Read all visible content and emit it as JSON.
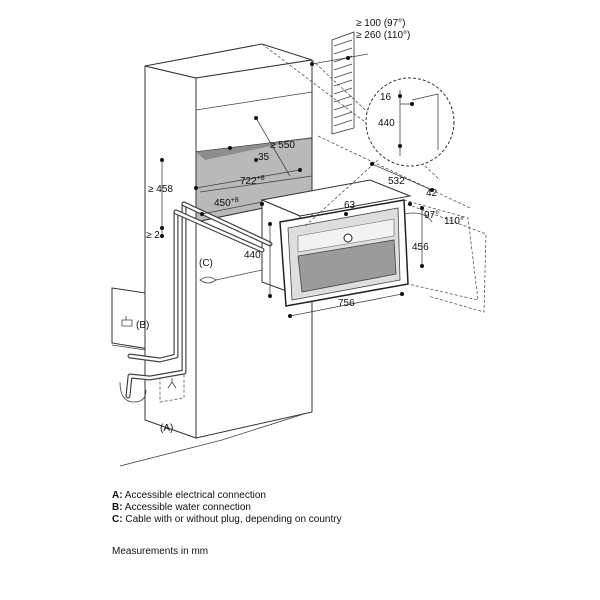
{
  "dims": {
    "top_gap": "≥ 100 (97°)",
    "top_gap2": "≥ 260 (110°)",
    "d550": "≥ 550",
    "d35": "35",
    "d722": "722",
    "d722_tol": "+8",
    "d458": "≥ 458",
    "d450": "450",
    "d450_tol": "+8",
    "d2": "≥ 2",
    "d532": "532",
    "d42": "42",
    "d63": "63",
    "a97": "97°",
    "a110": "110°",
    "d456": "456",
    "d440": "440",
    "d756": "756",
    "detail16": "16",
    "detail440": "440"
  },
  "callouts": {
    "A": "(A)",
    "B": "(B)",
    "C": "(C)"
  },
  "legend": {
    "A": {
      "key": "A:",
      "text": "Accessible electrical connection"
    },
    "B": {
      "key": "B:",
      "text": "Accessible water connection"
    },
    "C": {
      "key": "C:",
      "text": "Cable with or without plug, depending on country"
    }
  },
  "units_note": "Measurements in mm"
}
